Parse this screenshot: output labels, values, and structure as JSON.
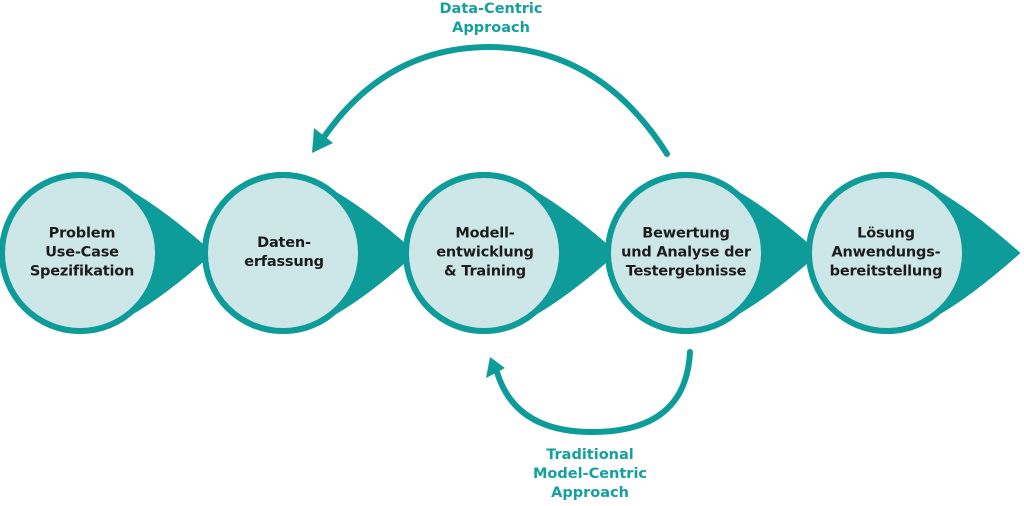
{
  "colors": {
    "teal": "#0e9c9a",
    "circle_fill": "#cde6e8",
    "text_dark": "#1c1c1c",
    "loop_text": "#14a09e"
  },
  "nodes": [
    {
      "id": "problem",
      "lines": [
        "Problem",
        "Use-Case",
        "Spezifikation"
      ]
    },
    {
      "id": "data-collection",
      "lines": [
        "Daten-",
        "erfassung"
      ]
    },
    {
      "id": "model-dev",
      "lines": [
        "Modell-",
        "entwicklung",
        "& Training"
      ]
    },
    {
      "id": "evaluation",
      "lines": [
        "Bewertung",
        "und Analyse der",
        "Testergebnisse"
      ]
    },
    {
      "id": "deployment",
      "lines": [
        "Lösung",
        "Anwendungs-",
        "bereitstellung"
      ]
    }
  ],
  "loops": {
    "data_centric": {
      "lines": [
        "Data-Centric",
        "Approach"
      ],
      "from": "evaluation",
      "to": "data-collection"
    },
    "model_centric": {
      "lines": [
        "Traditional",
        "Model-Centric",
        "Approach"
      ],
      "from": "evaluation",
      "to": "model-dev"
    }
  }
}
